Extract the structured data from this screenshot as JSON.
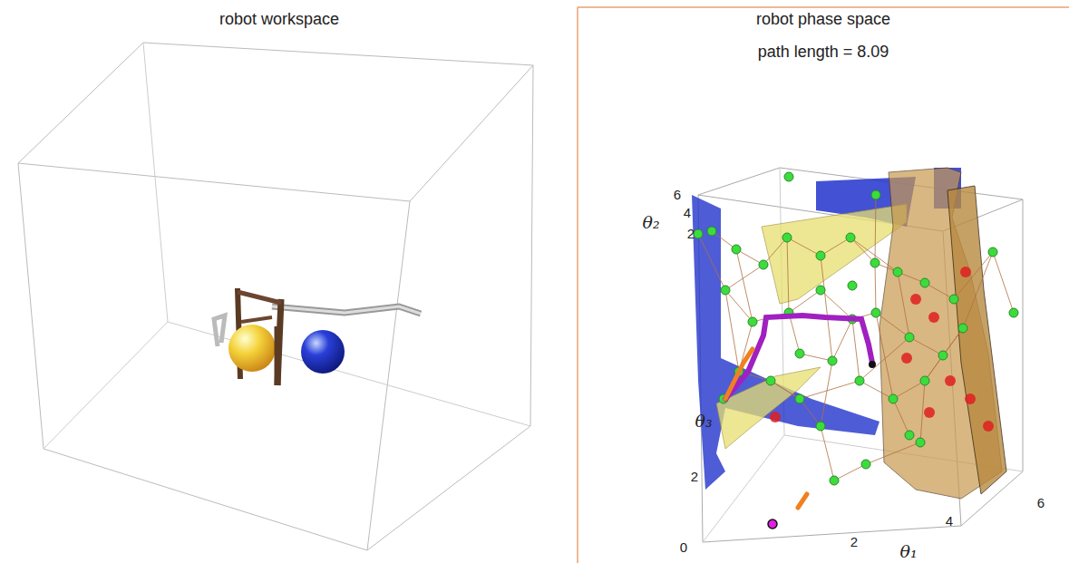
{
  "diagram": {
    "labels": [
      "robot workspace",
      "robot phase space",
      "path length = 8.09",
      "6",
      "4",
      "θ₂",
      "2",
      "θ₃",
      "2",
      "0",
      "2",
      "θ₁",
      "4",
      "6"
    ]
  }
}
